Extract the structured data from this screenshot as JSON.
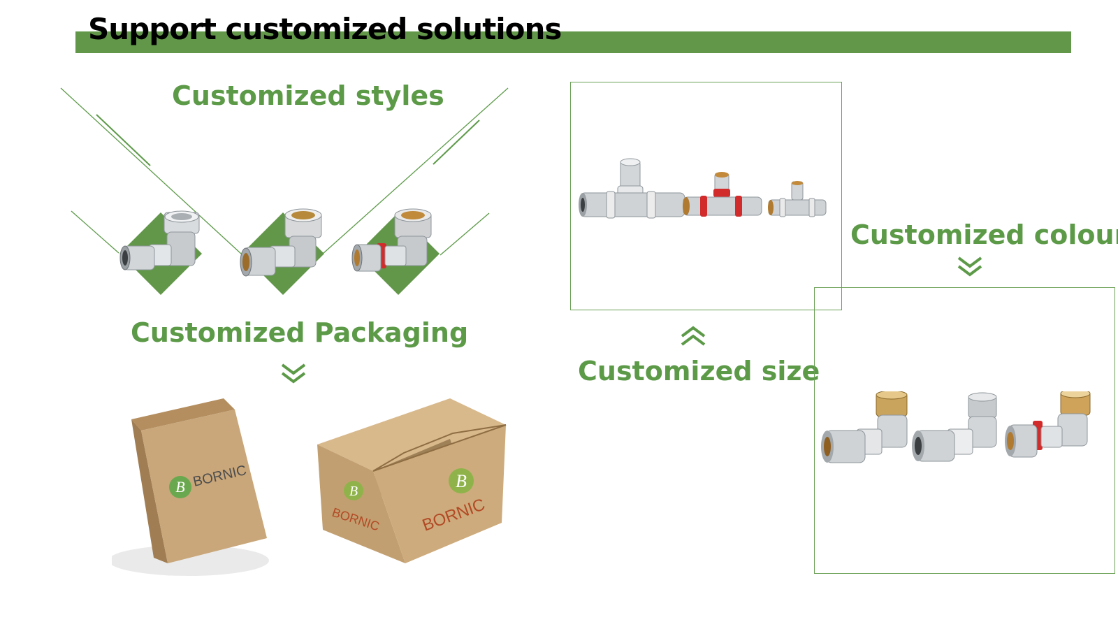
{
  "title": "Support customized solutions",
  "sections": {
    "styles": {
      "label": "Customized styles"
    },
    "packaging": {
      "label": "Customized Packaging"
    },
    "size": {
      "label": "Customized size"
    },
    "colour": {
      "label": "Customized colour"
    }
  },
  "brand": {
    "name": "BORNIC",
    "initial": "B"
  },
  "colors": {
    "accent_green": "#62974a",
    "text_green": "#5c9a48",
    "red_ring": "#d22b2b",
    "cardboard": "#c9a77a"
  },
  "icons": {
    "packaging_arrow": "chevrons-down-icon",
    "size_arrow": "chevrons-up-icon",
    "colour_arrow": "chevrons-down-icon"
  }
}
